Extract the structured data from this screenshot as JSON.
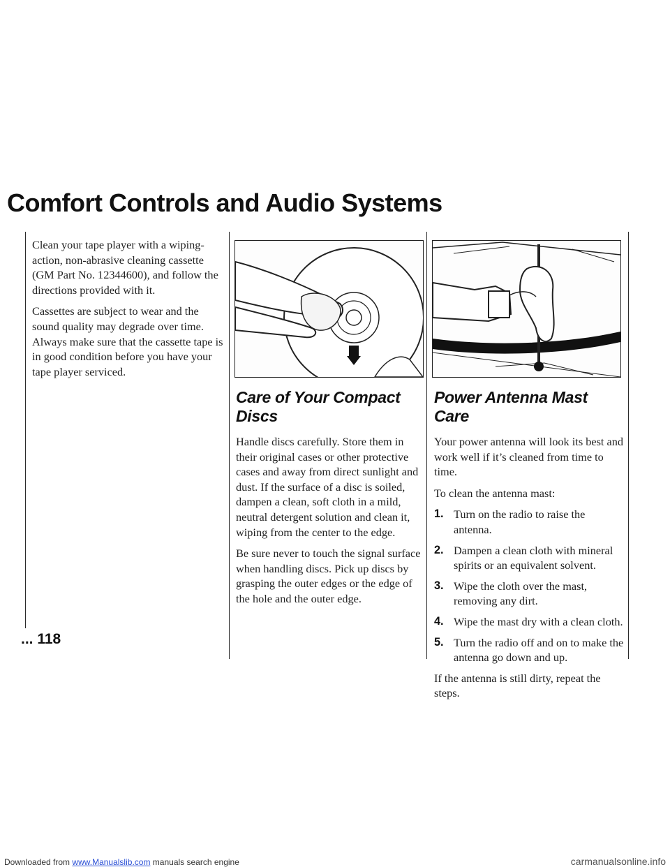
{
  "header": {
    "title": "Comfort Controls and Audio Systems"
  },
  "left_column": {
    "paragraphs": [
      "Clean your tape player with a wiping-action, non-abrasive cleaning cassette (GM Part No. 12344600), and follow the directions provided with it.",
      "Cassettes are subject to wear and the sound quality may degrade over time. Always make sure that the cassette tape is in good condition before you have your tape player serviced."
    ]
  },
  "compact_discs": {
    "heading": "Care of Your Compact Discs",
    "paragraphs": [
      "Handle discs carefully. Store them in their original cases or other protective cases and away from direct sunlight and dust. If the surface of a disc is soiled, dampen a clean, soft cloth in a mild, neutral detergent solution and clean it, wiping from the center to the edge.",
      "Be sure never to touch the signal surface when handling discs. Pick up discs by grasping the outer edges or the edge of the hole and the outer edge."
    ]
  },
  "antenna": {
    "heading": "Power Antenna Mast Care",
    "intro": "Your power antenna will look its best and work well if it’s cleaned from time to time.",
    "lead": "To clean the antenna mast:",
    "steps": [
      {
        "num": "1.",
        "text": "Turn on the radio to raise the antenna."
      },
      {
        "num": "2.",
        "text": "Dampen a clean cloth with mineral spirits or an equivalent solvent."
      },
      {
        "num": "3.",
        "text": "Wipe the cloth over the mast, removing any dirt."
      },
      {
        "num": "4.",
        "text": "Wipe the mast dry with a clean cloth."
      },
      {
        "num": "5.",
        "text": "Turn the radio off and on to make the antenna go down and up."
      }
    ],
    "closing": "If the antenna is still dirty, repeat the steps."
  },
  "page_number": "... 118",
  "footer": {
    "left_prefix": "Downloaded from",
    "left_link": "www.Manualslib.com",
    "left_suffix": "manuals search engine",
    "right": "carmanualsonline.info"
  }
}
